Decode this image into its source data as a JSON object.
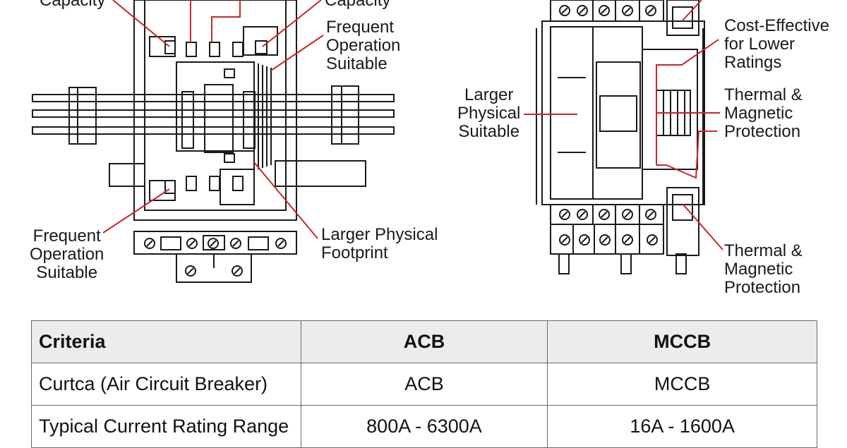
{
  "labels": {
    "acb_top_left_partial": "Capacity",
    "acb_top_right_partial": "Capacity",
    "acb_frequent_right": [
      "Frequent",
      "Operation",
      "Suitable"
    ],
    "acb_frequent_left": [
      "Frequent",
      "Operation",
      "Suitable"
    ],
    "acb_footprint": [
      "Larger Physical",
      "Footprint"
    ],
    "mccb_larger": [
      "Larger",
      "Physical",
      "Suitable"
    ],
    "mccb_cost": [
      "Cost-Effective",
      "for Lower",
      "Ratings"
    ],
    "mccb_thermal_1": [
      "Thermal &",
      "Magnetic",
      "Protection"
    ],
    "mccb_thermal_2": [
      "Thermal &",
      "Magnetic",
      "Protection"
    ]
  },
  "table": {
    "headers": [
      "Criteria",
      "ACB",
      "MCCB"
    ],
    "rows": [
      [
        "Curtca (Air Circuit Breaker)",
        "ACB",
        "MCCB"
      ],
      [
        "Typical Current Rating Range",
        "800A - 6300A",
        "16A - 1600A"
      ]
    ]
  },
  "colors": {
    "callout_line": "#c62828",
    "line_art": "#1a1a1a"
  },
  "icons": [
    "terminal-screw-icon",
    "terminal-block-icon"
  ]
}
